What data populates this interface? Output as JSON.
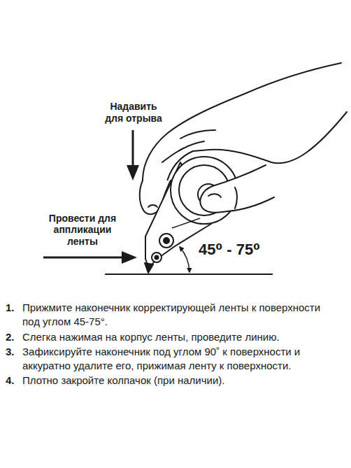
{
  "diagram": {
    "labels": [
      "Надавить для отрыва",
      "Провести для аппликации ленты",
      "45⁰ - 75⁰",
      "1.",
      "Прижмите наконечник корректирующей ленты к поверхности под углом 45-75°.",
      "2.",
      "Слегка нажимая на корпус ленты, проведите линию.",
      "3.",
      "Зафиксируйте наконечник под углом 90˚ к поверхности и аккуратно удалите его, прижимая ленту к поверхности.",
      "4.",
      "Плотно закройте колпачок (при наличии)."
    ]
  }
}
